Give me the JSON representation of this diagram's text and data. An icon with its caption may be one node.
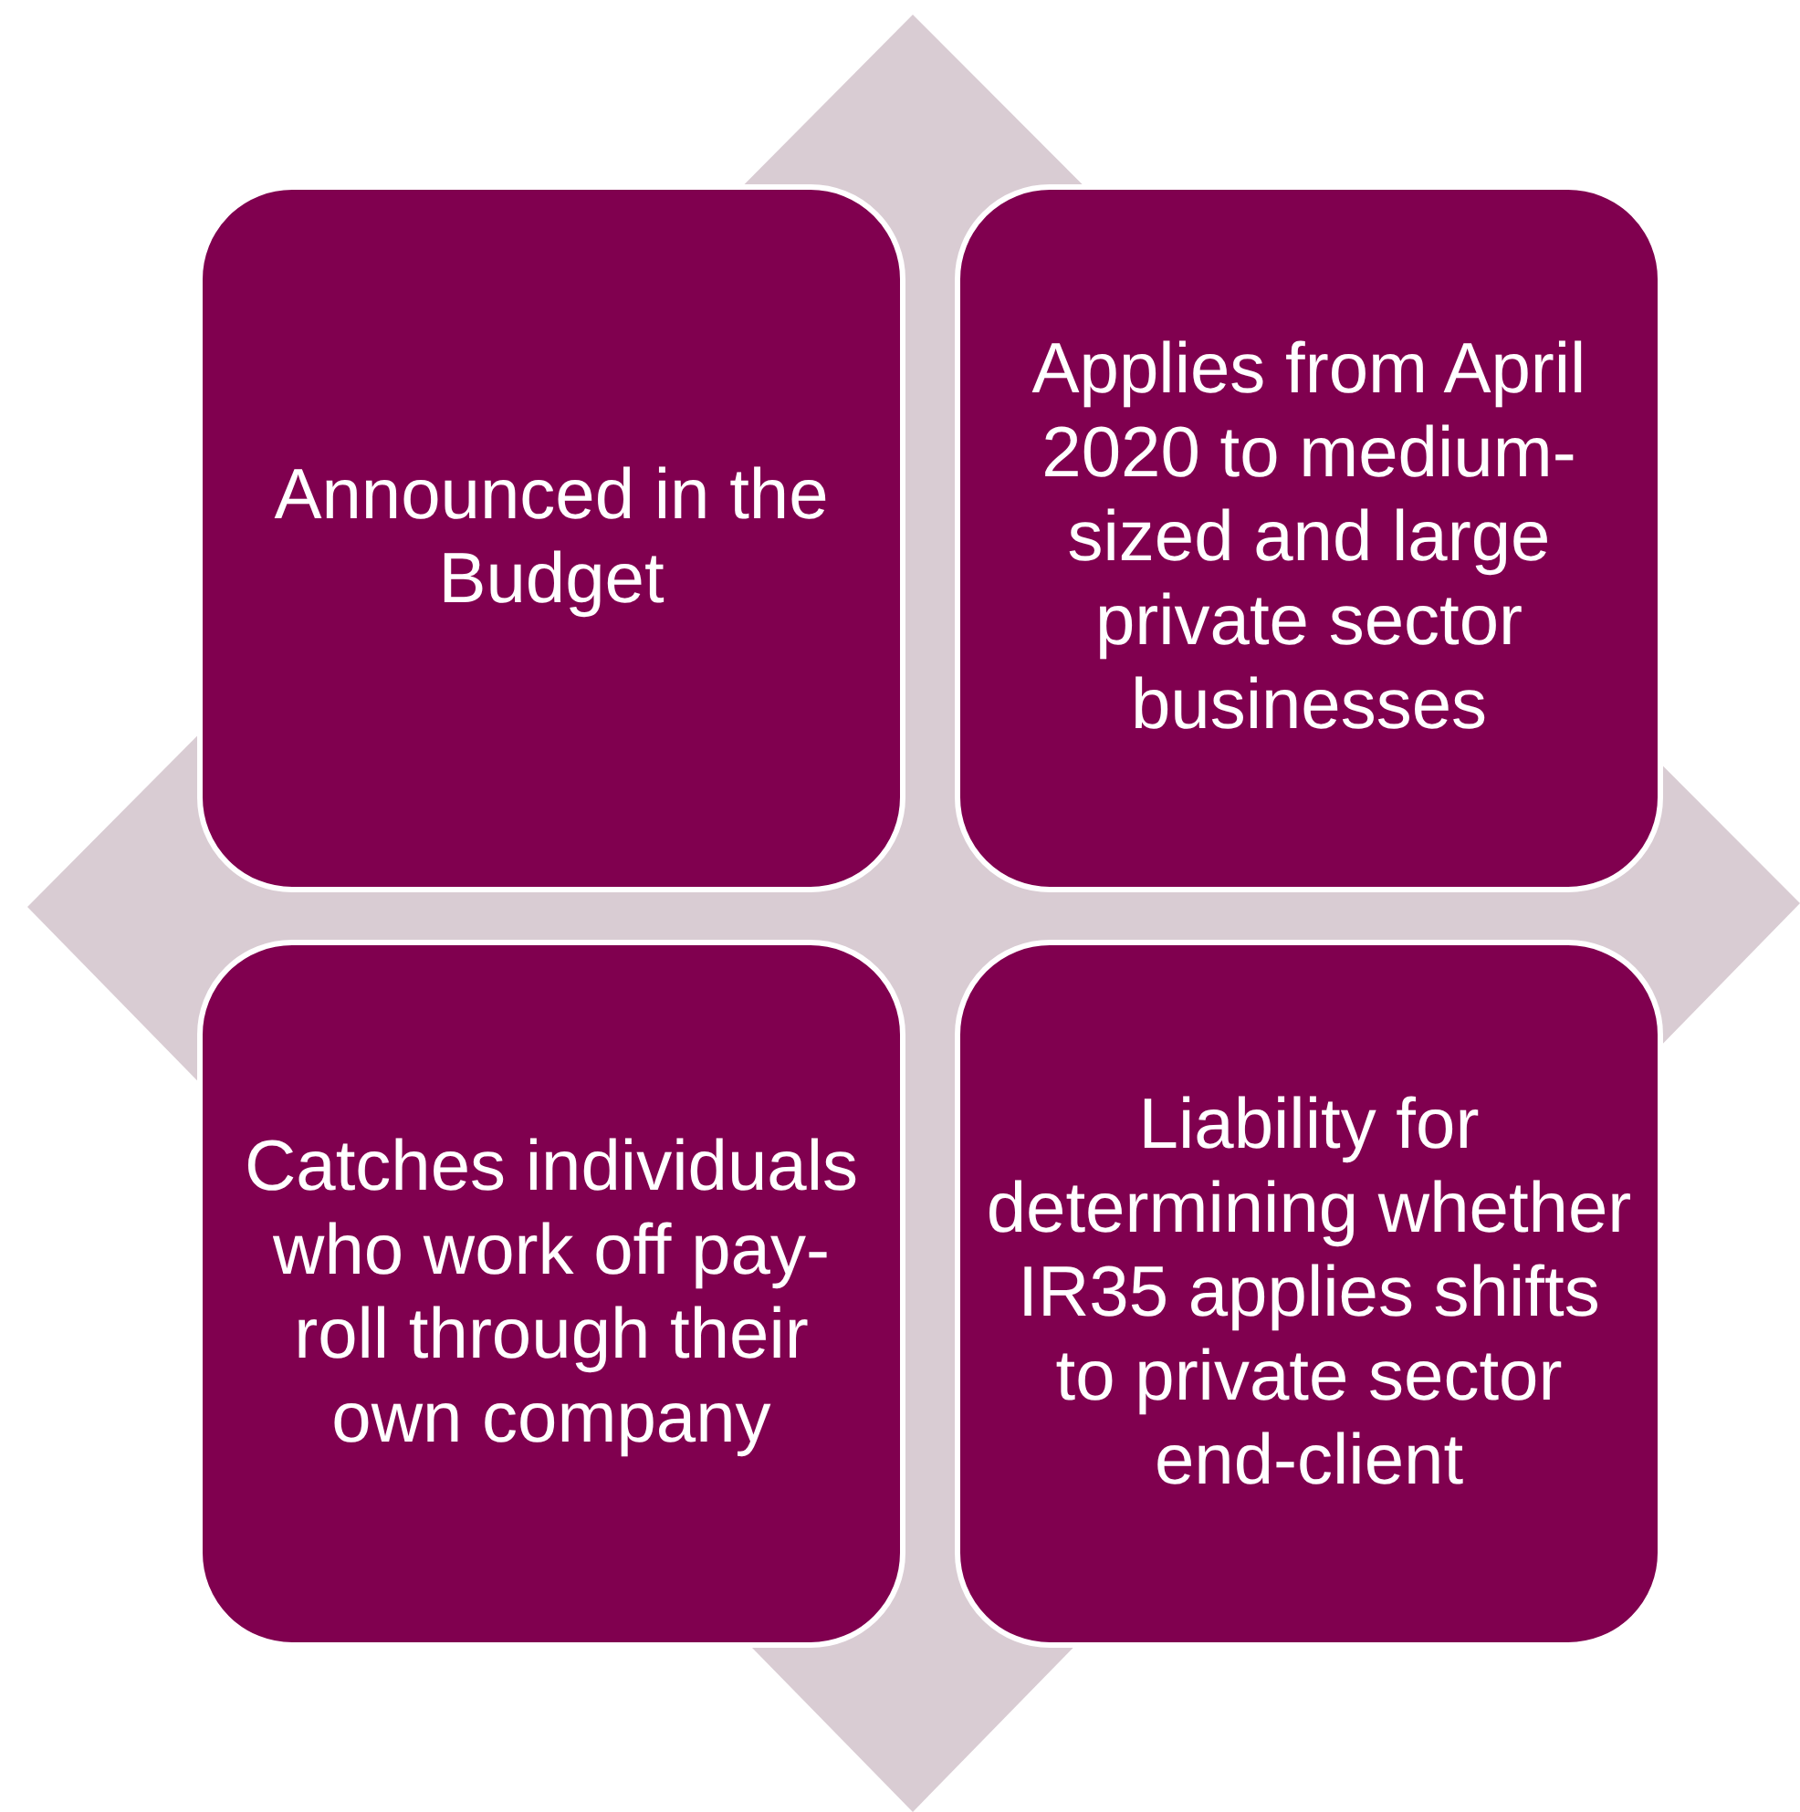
{
  "diagram": {
    "nodes": [
      {
        "text": [
          "Announced in the Budget"
        ]
      },
      {
        "text": [
          "Applies from April 2020 to medium-sized and large private sector businesses"
        ]
      },
      {
        "text": [
          "Catches individuals who work off pay-roll through their own company"
        ]
      },
      {
        "text": [
          "Liability for determining whether IR35 applies shifts to private sector end-client"
        ]
      }
    ]
  }
}
